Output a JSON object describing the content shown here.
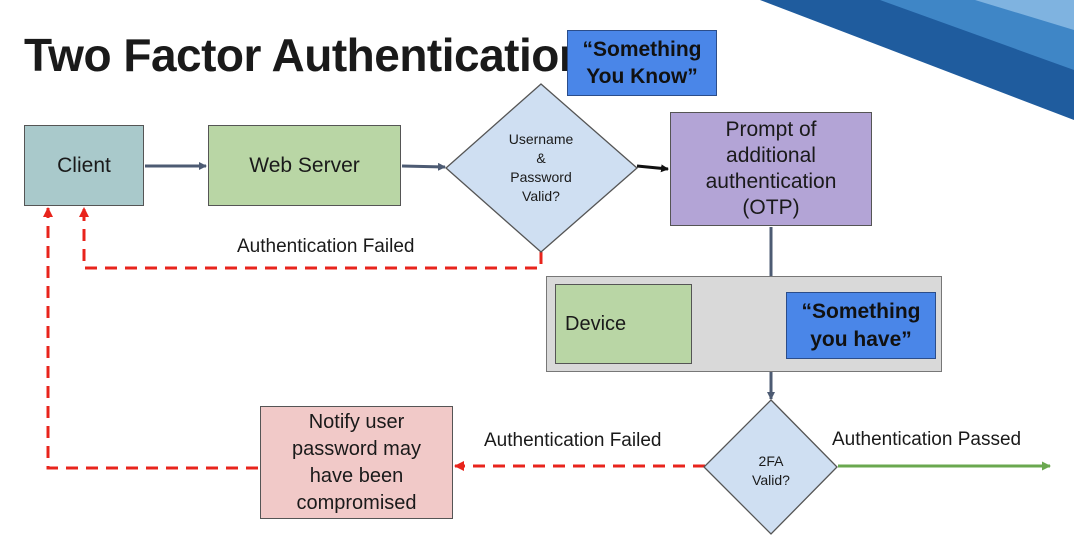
{
  "title": "Two Factor Authentication",
  "nodes": {
    "client": "Client",
    "web_server": "Web Server",
    "credentials_check": [
      "Username",
      "&",
      "Password",
      "Valid?"
    ],
    "prompt": [
      "Prompt of",
      "additional",
      "authentication",
      "(OTP)"
    ],
    "device": "Device",
    "twofa_check": [
      "2FA",
      "Valid?"
    ],
    "notify": [
      "Notify user",
      "password may",
      "have been",
      "compromised"
    ]
  },
  "callouts": {
    "know": [
      "“Something",
      "You Know”"
    ],
    "have": [
      "“Something",
      "you have”"
    ]
  },
  "flow_labels": {
    "auth_failed_1": "Authentication Failed",
    "auth_failed_2": "Authentication Failed",
    "auth_passed": "Authentication Passed"
  },
  "colors": {
    "client": "#a9c9cb",
    "web_server": "#b9d6a5",
    "prompt": "#b3a4d6",
    "notify": "#f1c9c8",
    "diamond": "#cfdff2",
    "callout": "#4a86e8",
    "fail_arrow": "#e8241c",
    "pass_arrow": "#6aa84f",
    "flow_arrow": "#4d5b73"
  }
}
